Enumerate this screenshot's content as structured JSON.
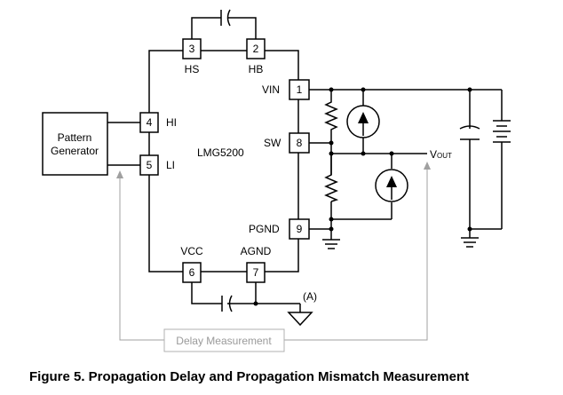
{
  "chip": {
    "name": "LMG5200",
    "pins": {
      "p1": {
        "num": "1",
        "name": "VIN"
      },
      "p2": {
        "num": "2",
        "name": "HB"
      },
      "p3": {
        "num": "3",
        "name": "HS"
      },
      "p4": {
        "num": "4",
        "name": "HI"
      },
      "p5": {
        "num": "5",
        "name": "LI"
      },
      "p6": {
        "num": "6",
        "name": "VCC"
      },
      "p7": {
        "num": "7",
        "name": "AGND"
      },
      "p8": {
        "num": "8",
        "name": "SW"
      },
      "p9": {
        "num": "9",
        "name": "PGND"
      }
    }
  },
  "generator": {
    "line1": "Pattern",
    "line2": "Generator"
  },
  "vout": {
    "main": "V",
    "sub": "OUT"
  },
  "note": "(A)",
  "delay_box": "Delay Measurement",
  "caption": "Figure 5.  Propagation Delay and Propagation Mismatch Measurement"
}
